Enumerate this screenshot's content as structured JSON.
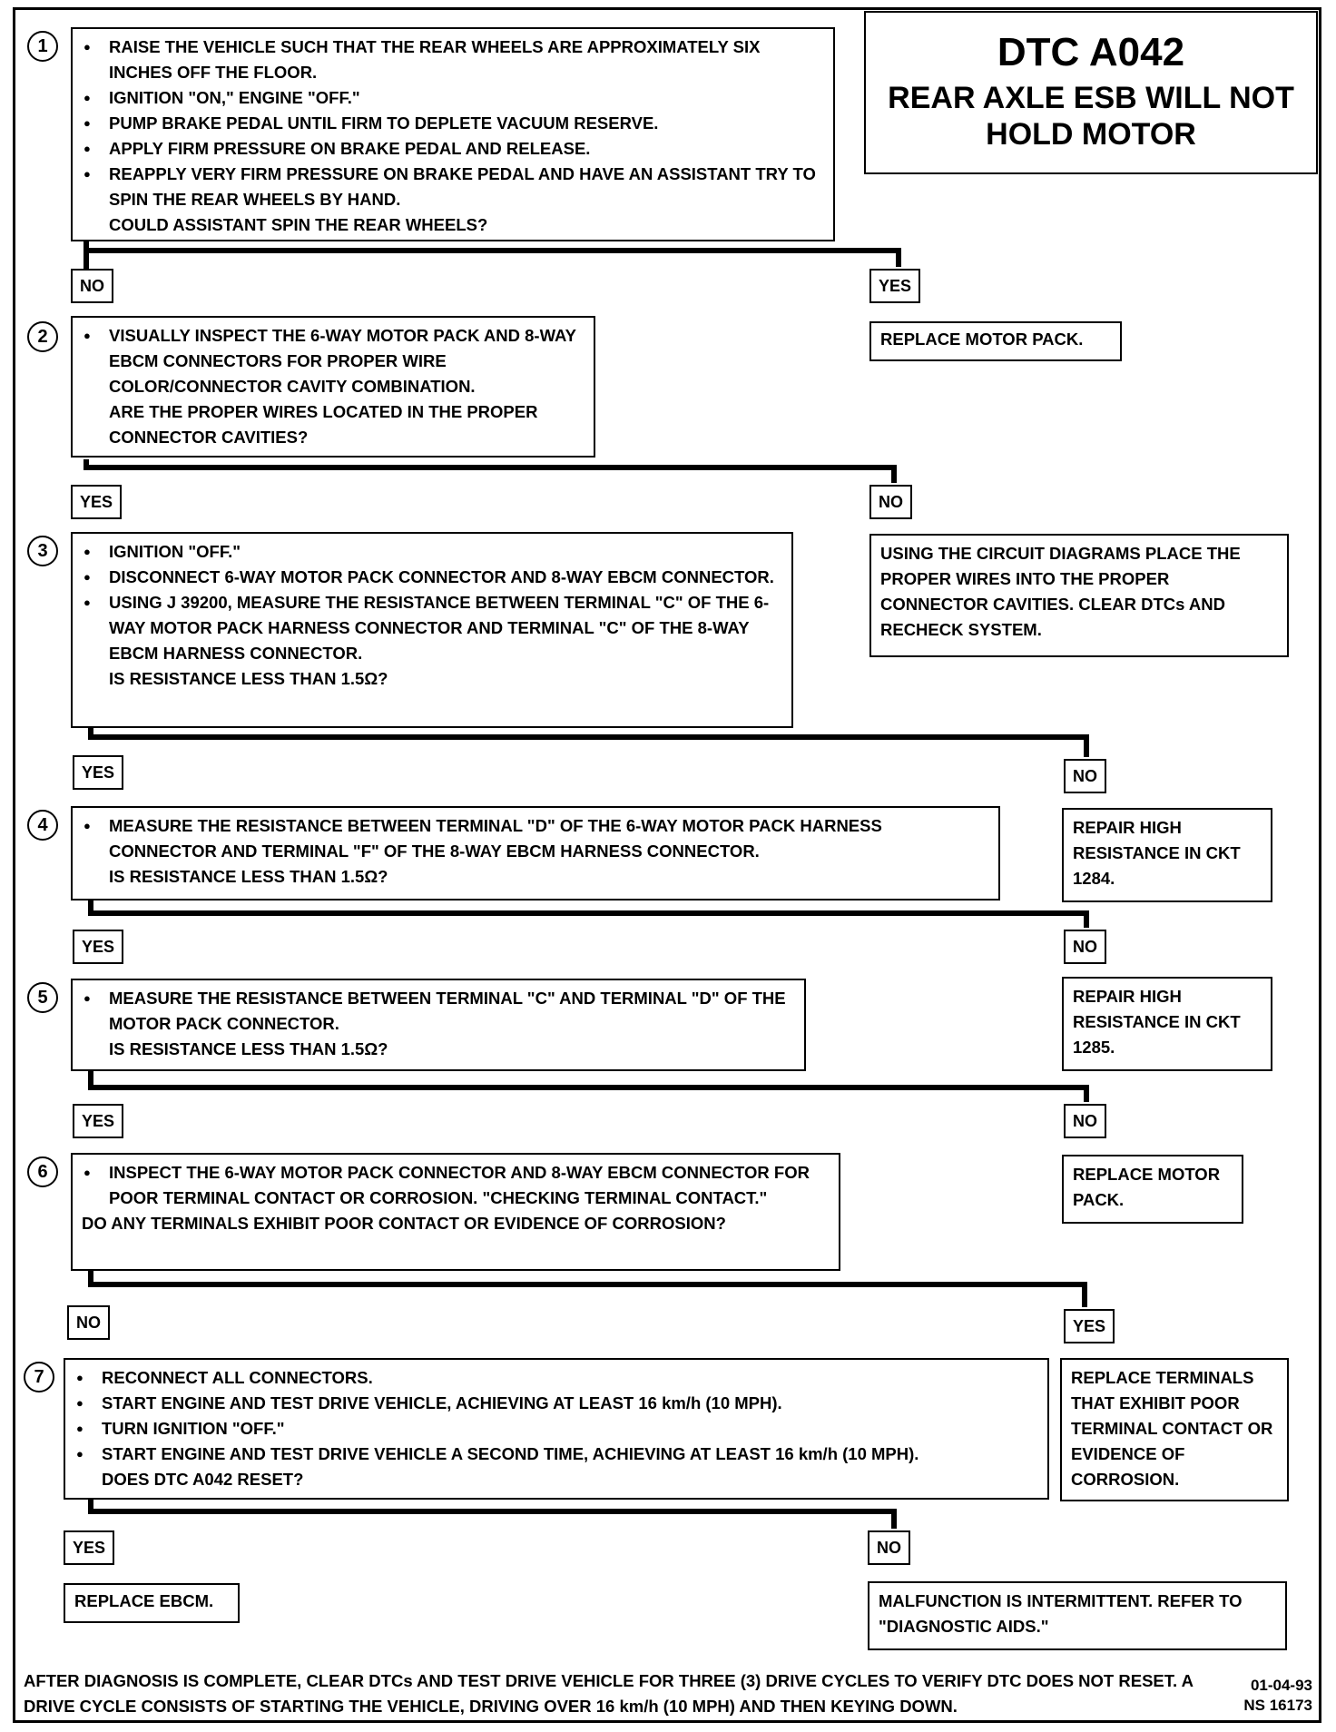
{
  "title": {
    "code": "DTC A042",
    "subtitle": "REAR AXLE ESB WILL NOT HOLD MOTOR"
  },
  "steps": [
    {
      "number": "1",
      "bullets": [
        "RAISE THE VEHICLE SUCH THAT THE REAR WHEELS ARE APPROXIMATELY SIX INCHES OFF THE FLOOR.",
        "IGNITION \"ON,\" ENGINE \"OFF.\"",
        "PUMP BRAKE PEDAL UNTIL FIRM TO DEPLETE VACUUM RESERVE.",
        "APPLY FIRM PRESSURE ON BRAKE PEDAL AND RELEASE.",
        "REAPPLY VERY FIRM PRESSURE ON BRAKE PEDAL AND HAVE AN ASSISTANT TRY TO SPIN THE REAR WHEELS BY HAND."
      ],
      "question": "COULD ASSISTANT SPIN THE REAR WHEELS?"
    },
    {
      "number": "2",
      "bullets": [
        "VISUALLY INSPECT THE 6-WAY MOTOR PACK AND 8-WAY EBCM CONNECTORS FOR PROPER WIRE COLOR/CONNECTOR CAVITY COMBINATION."
      ],
      "question": "ARE THE PROPER WIRES LOCATED IN THE PROPER CONNECTOR CAVITIES?"
    },
    {
      "number": "3",
      "bullets": [
        "IGNITION \"OFF.\"",
        "DISCONNECT 6-WAY MOTOR PACK CONNECTOR AND 8-WAY EBCM CONNECTOR.",
        "USING J 39200, MEASURE THE RESISTANCE BETWEEN TERMINAL \"C\" OF THE 6-WAY MOTOR PACK HARNESS CONNECTOR AND TERMINAL \"C\" OF THE 8-WAY EBCM HARNESS CONNECTOR."
      ],
      "question": "IS RESISTANCE LESS THAN 1.5Ω?"
    },
    {
      "number": "4",
      "bullets": [
        "MEASURE THE RESISTANCE BETWEEN TERMINAL \"D\" OF THE 6-WAY MOTOR PACK HARNESS CONNECTOR AND TERMINAL \"F\" OF THE 8-WAY EBCM HARNESS CONNECTOR."
      ],
      "question": "IS RESISTANCE LESS THAN 1.5Ω?"
    },
    {
      "number": "5",
      "bullets": [
        "MEASURE THE RESISTANCE BETWEEN TERMINAL \"C\" AND TERMINAL \"D\" OF THE MOTOR PACK CONNECTOR."
      ],
      "question": "IS RESISTANCE LESS THAN 1.5Ω?"
    },
    {
      "number": "6",
      "bullets": [
        "INSPECT THE 6-WAY MOTOR PACK CONNECTOR AND 8-WAY EBCM CONNECTOR FOR POOR TERMINAL CONTACT OR CORROSION. \"CHECKING TERMINAL CONTACT.\""
      ],
      "question": "DO ANY TERMINALS EXHIBIT POOR CONTACT OR EVIDENCE OF CORROSION?"
    },
    {
      "number": "7",
      "bullets": [
        "RECONNECT ALL CONNECTORS.",
        "START ENGINE AND TEST DRIVE VEHICLE, ACHIEVING AT LEAST 16 km/h (10 MPH).",
        "TURN IGNITION \"OFF.\"",
        "START ENGINE AND TEST DRIVE VEHICLE A SECOND TIME, ACHIEVING AT LEAST 16 km/h (10 MPH)."
      ],
      "question": "DOES DTC A042 RESET?"
    }
  ],
  "labels": {
    "yes": "YES",
    "no": "NO"
  },
  "outcomes": {
    "replace_motor_pack": "REPLACE MOTOR PACK.",
    "circuit_diagrams": "USING THE CIRCUIT DIAGRAMS PLACE THE PROPER WIRES INTO THE PROPER CONNECTOR CAVITIES. CLEAR DTCs AND RECHECK SYSTEM.",
    "repair_1284": "REPAIR HIGH RESISTANCE IN CKT 1284.",
    "repair_1285": "REPAIR HIGH RESISTANCE IN CKT 1285.",
    "replace_motor_pack_2": "REPLACE MOTOR PACK.",
    "replace_terminals": "REPLACE TERMINALS THAT EXHIBIT POOR TERMINAL CONTACT OR EVIDENCE OF CORROSION.",
    "replace_ebcm": "REPLACE EBCM.",
    "intermittent": "MALFUNCTION IS INTERMITTENT. REFER TO \"DIAGNOSTIC AIDS.\""
  },
  "footer": {
    "note": "AFTER DIAGNOSIS IS COMPLETE, CLEAR DTCs AND TEST DRIVE VEHICLE FOR THREE (3) DRIVE CYCLES TO VERIFY DTC DOES NOT RESET. A DRIVE CYCLE CONSISTS OF STARTING THE VEHICLE, DRIVING OVER 16 km/h (10 MPH) AND THEN KEYING DOWN.",
    "date": "01-04-93",
    "ref": "NS 16173"
  }
}
